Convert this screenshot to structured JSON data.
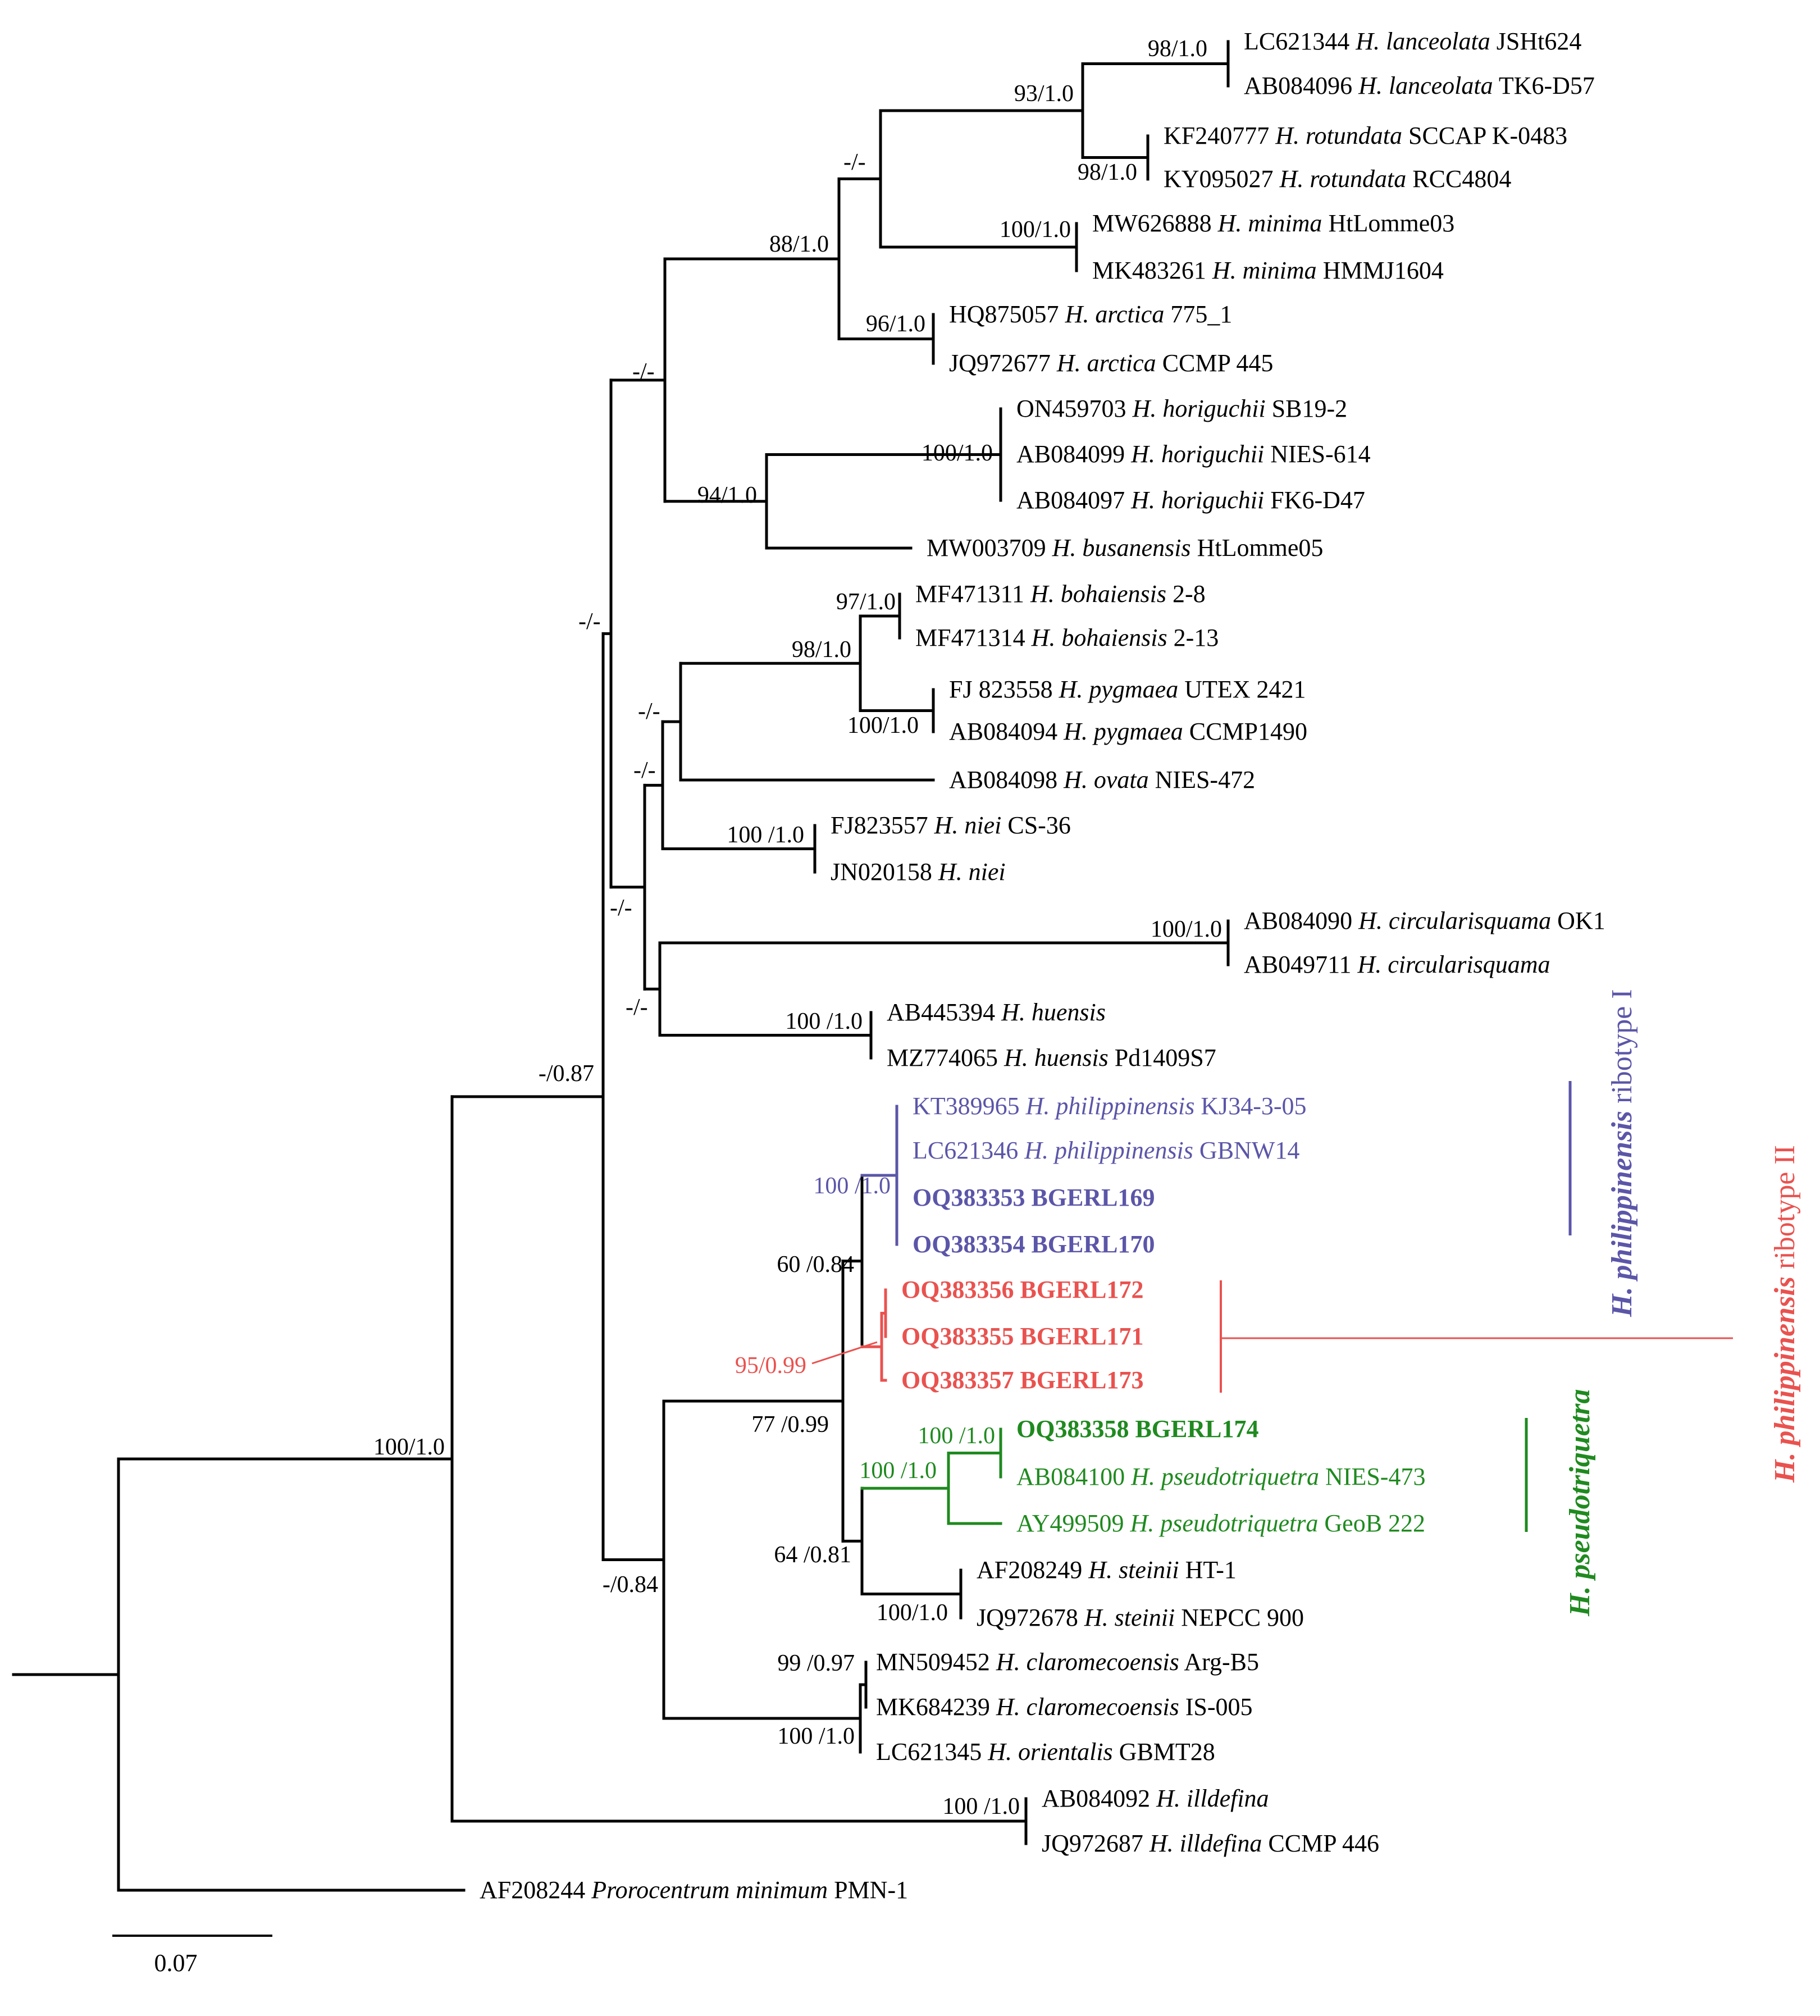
{
  "colors": {
    "black": "#000000",
    "ribotype1": "#5b56a8",
    "ribotype2": "#e9524f",
    "pseudotriquetra": "#1f8a1f"
  },
  "scale_bar": {
    "label": "0.07"
  },
  "group_labels": {
    "ribotype1": {
      "italic": "H. philippinensis",
      "normal": " ribotype I"
    },
    "ribotype2": {
      "italic": "H. philippinensis",
      "normal": " ribotype II"
    },
    "pseudotriquetra": {
      "italic": "H. pseudotriquetra",
      "normal": ""
    }
  },
  "taxa": [
    {
      "id": "LC621344",
      "acc": "LC621344 ",
      "sp": "H. lanceolata",
      "st": " JSHt624",
      "color": "black",
      "bold": false
    },
    {
      "id": "AB084096",
      "acc": "AB084096 ",
      "sp": "H. lanceolata",
      "st": " TK6-D57",
      "color": "black",
      "bold": false
    },
    {
      "id": "KF240777",
      "acc": "KF240777 ",
      "sp": "H. rotundata",
      "st": " SCCAP K-0483",
      "color": "black",
      "bold": false
    },
    {
      "id": "KY095027",
      "acc": "KY095027 ",
      "sp": "H. rotundata",
      "st": " RCC4804",
      "color": "black",
      "bold": false
    },
    {
      "id": "MW626888",
      "acc": "MW626888 ",
      "sp": "H. minima",
      "st": " HtLomme03",
      "color": "black",
      "bold": false
    },
    {
      "id": "MK483261",
      "acc": "MK483261 ",
      "sp": "H. minima",
      "st": " HMMJ1604",
      "color": "black",
      "bold": false
    },
    {
      "id": "HQ875057",
      "acc": "HQ875057 ",
      "sp": "H. arctica",
      "st": " 775_1",
      "color": "black",
      "bold": false
    },
    {
      "id": "JQ972677",
      "acc": "JQ972677 ",
      "sp": "H. arctica",
      "st": " CCMP 445",
      "color": "black",
      "bold": false
    },
    {
      "id": "ON459703",
      "acc": "ON459703 ",
      "sp": "H. horiguchii",
      "st": " SB19-2",
      "color": "black",
      "bold": false
    },
    {
      "id": "AB084099",
      "acc": "AB084099 ",
      "sp": "H. horiguchii",
      "st": " NIES-614",
      "color": "black",
      "bold": false
    },
    {
      "id": "AB084097",
      "acc": "AB084097 ",
      "sp": "H. horiguchii",
      "st": " FK6-D47",
      "color": "black",
      "bold": false
    },
    {
      "id": "MW003709",
      "acc": "MW003709 ",
      "sp": "H. busanensis",
      "st": " HtLomme05",
      "color": "black",
      "bold": false
    },
    {
      "id": "MF471311",
      "acc": "MF471311 ",
      "sp": "H. bohaiensis",
      "st": "  2-8",
      "color": "black",
      "bold": false
    },
    {
      "id": "MF471314",
      "acc": "MF471314 ",
      "sp": "H. bohaiensis",
      "st": " 2-13",
      "color": "black",
      "bold": false
    },
    {
      "id": "FJ823558",
      "acc": "FJ 823558 ",
      "sp": "H. pygmaea",
      "st": " UTEX 2421",
      "color": "black",
      "bold": false
    },
    {
      "id": "AB084094",
      "acc": "AB084094 ",
      "sp": "H. pygmaea",
      "st": " CCMP1490",
      "color": "black",
      "bold": false
    },
    {
      "id": "AB084098",
      "acc": "AB084098 ",
      "sp": "H. ovata",
      "st": " NIES-472",
      "color": "black",
      "bold": false
    },
    {
      "id": "FJ823557",
      "acc": "FJ823557 ",
      "sp": "H. niei",
      "st": " CS-36",
      "color": "black",
      "bold": false
    },
    {
      "id": "JN020158",
      "acc": "JN020158 ",
      "sp": "H. niei",
      "st": "",
      "color": "black",
      "bold": false
    },
    {
      "id": "AB084090",
      "acc": "AB084090 ",
      "sp": "H. circularisquama",
      "st": " OK1",
      "color": "black",
      "bold": false
    },
    {
      "id": "AB049711",
      "acc": "AB049711 ",
      "sp": "H. circularisquama",
      "st": "",
      "color": "black",
      "bold": false
    },
    {
      "id": "AB445394",
      "acc": "AB445394 ",
      "sp": "H. huensis",
      "st": "",
      "color": "black",
      "bold": false
    },
    {
      "id": "MZ774065",
      "acc": "MZ774065 ",
      "sp": "H. huensis",
      "st": " Pd1409S7",
      "color": "black",
      "bold": false
    },
    {
      "id": "KT389965",
      "acc": "KT389965 ",
      "sp": "H. philippinensis",
      "st": " KJ34-3-05",
      "color": "ribotype1",
      "bold": false
    },
    {
      "id": "LC621346",
      "acc": "LC621346 ",
      "sp": "H. philippinensis",
      "st": " GBNW14",
      "color": "ribotype1",
      "bold": false
    },
    {
      "id": "OQ383353",
      "acc": "OQ383353  BGERL169",
      "sp": "",
      "st": "",
      "color": "ribotype1",
      "bold": true
    },
    {
      "id": "OQ383354",
      "acc": "OQ383354  BGERL170",
      "sp": "",
      "st": "",
      "color": "ribotype1",
      "bold": true
    },
    {
      "id": "OQ383356",
      "acc": "OQ383356  BGERL172",
      "sp": "",
      "st": "",
      "color": "ribotype2",
      "bold": true
    },
    {
      "id": "OQ383355",
      "acc": "OQ383355  BGERL171",
      "sp": "",
      "st": "",
      "color": "ribotype2",
      "bold": true
    },
    {
      "id": "OQ383357",
      "acc": "OQ383357  BGERL173",
      "sp": "",
      "st": "",
      "color": "ribotype2",
      "bold": true
    },
    {
      "id": "OQ383358",
      "acc": "OQ383358  BGERL174",
      "sp": "",
      "st": "",
      "color": "pseudotriquetra",
      "bold": true
    },
    {
      "id": "AB084100",
      "acc": "AB084100 ",
      "sp": "H. pseudotriquetra",
      "st": " NIES-473",
      "color": "pseudotriquetra",
      "bold": false
    },
    {
      "id": "AY499509",
      "acc": "AY499509 ",
      "sp": "H. pseudotriquetra",
      "st": " GeoB 222",
      "color": "pseudotriquetra",
      "bold": false
    },
    {
      "id": "AF208249",
      "acc": "AF208249 ",
      "sp": "H. steinii",
      "st": " HT-1",
      "color": "black",
      "bold": false
    },
    {
      "id": "JQ972678",
      "acc": "JQ972678 ",
      "sp": "H. steinii",
      "st": " NEPCC 900",
      "color": "black",
      "bold": false
    },
    {
      "id": "MN509452",
      "acc": "MN509452 ",
      "sp": "H. claromecoensis",
      "st": " Arg-B5",
      "color": "black",
      "bold": false
    },
    {
      "id": "MK684239",
      "acc": "MK684239 ",
      "sp": "H. claromecoensis",
      "st": " IS-005",
      "color": "black",
      "bold": false
    },
    {
      "id": "LC621345",
      "acc": "LC621345 ",
      "sp": "H. orientalis",
      "st": " GBMT28",
      "color": "black",
      "bold": false
    },
    {
      "id": "AB084092",
      "acc": "AB084092 ",
      "sp": "H. illdefina",
      "st": "",
      "color": "black",
      "bold": false
    },
    {
      "id": "JQ972687",
      "acc": "JQ972687 ",
      "sp": "H. illdefina",
      "st": " CCMP 446",
      "color": "black",
      "bold": false
    },
    {
      "id": "AF208244",
      "acc": "AF208244 ",
      "sp": "Prorocentrum minimum",
      "st": " PMN-1",
      "color": "black",
      "bold": false
    }
  ],
  "supports": [
    {
      "id": "lanceolata",
      "text": "98/1.0",
      "color": "black"
    },
    {
      "id": "lanc-rot",
      "text": "93/1.0",
      "color": "black"
    },
    {
      "id": "rotundata",
      "text": "98/1.0",
      "color": "black"
    },
    {
      "id": "lrm",
      "text": "-/-",
      "color": "black"
    },
    {
      "id": "minima",
      "text": "100/1.0",
      "color": "black"
    },
    {
      "id": "lrma",
      "text": "88/1.0",
      "color": "black"
    },
    {
      "id": "arctica",
      "text": "96/1.0",
      "color": "black"
    },
    {
      "id": "upper",
      "text": "-/-",
      "color": "black"
    },
    {
      "id": "horiguchii",
      "text": "100/1.0",
      "color": "black"
    },
    {
      "id": "hori-busan",
      "text": "94/1.0",
      "color": "black"
    },
    {
      "id": "mid",
      "text": "-/-",
      "color": "black"
    },
    {
      "id": "bohaiensis",
      "text": "97/1.0",
      "color": "black"
    },
    {
      "id": "boh-pyg",
      "text": "98/1.0",
      "color": "black"
    },
    {
      "id": "pygmaea",
      "text": "100/1.0",
      "color": "black"
    },
    {
      "id": "bpo",
      "text": "-/-",
      "color": "black"
    },
    {
      "id": "bpon",
      "text": "-/-",
      "color": "black"
    },
    {
      "id": "niei",
      "text": "100 /1.0",
      "color": "black"
    },
    {
      "id": "mid-lower",
      "text": "-/-",
      "color": "black"
    },
    {
      "id": "circularisquama",
      "text": "100/1.0",
      "color": "black"
    },
    {
      "id": "circ-hue",
      "text": "-/-",
      "color": "black"
    },
    {
      "id": "huensis",
      "text": "100 /1.0",
      "color": "black"
    },
    {
      "id": "ribo1",
      "text": "100 /1.0",
      "color": "ribotype1"
    },
    {
      "id": "phil",
      "text": "60 /0.84",
      "color": "black"
    },
    {
      "id": "ribo2",
      "text": "95/0.99",
      "color": "ribotype2"
    },
    {
      "id": "phil-ps-st",
      "text": "77 /0.99",
      "color": "black"
    },
    {
      "id": "pseudo-in",
      "text": "100 /1.0",
      "color": "pseudotriquetra"
    },
    {
      "id": "pseudo",
      "text": "100 /1.0",
      "color": "pseudotriquetra"
    },
    {
      "id": "ps-st",
      "text": "64 /0.81",
      "color": "black"
    },
    {
      "id": "steinii",
      "text": "100/1.0",
      "color": "black"
    },
    {
      "id": "lower",
      "text": "-/0.84",
      "color": "black"
    },
    {
      "id": "claromecoensis",
      "text": "99 /0.97",
      "color": "black"
    },
    {
      "id": "claro-ori",
      "text": "100 /1.0",
      "color": "black"
    },
    {
      "id": "ingroup",
      "text": "-/0.87",
      "color": "black"
    },
    {
      "id": "illdefina",
      "text": "100 /1.0",
      "color": "black"
    },
    {
      "id": "heterocapsa",
      "text": "100/1.0",
      "color": "black"
    }
  ]
}
